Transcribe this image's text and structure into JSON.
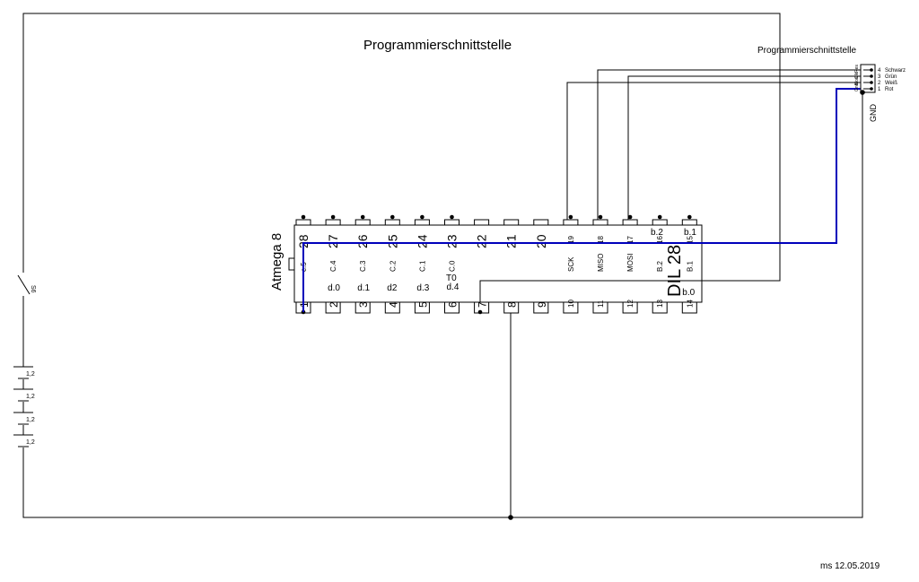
{
  "title": "Programmierschnittstelle",
  "connector": {
    "title": "Programmierschnittstelle",
    "wires": [
      {
        "num": "4",
        "color_label": "Schwarz",
        "pin_label": "Res"
      },
      {
        "num": "3",
        "color_label": "Grün",
        "pin_label": "Clk"
      },
      {
        "num": "2",
        "color_label": "Weiß",
        "pin_label": "Mosi"
      },
      {
        "num": "1",
        "color_label": "Rot",
        "pin_label": "Gnd"
      }
    ],
    "gnd_label": "GND"
  },
  "chip": {
    "name": "Atmega 8",
    "package": "DIL 28",
    "top_pins": [
      {
        "num": "28",
        "func": "c.5",
        "dot": true
      },
      {
        "num": "27",
        "func": "C.4",
        "dot": true
      },
      {
        "num": "26",
        "func": "C.3",
        "dot": true
      },
      {
        "num": "25",
        "func": "C.2",
        "dot": true
      },
      {
        "num": "24",
        "func": "C.1",
        "dot": true
      },
      {
        "num": "23",
        "func": "C.0",
        "dot": true
      },
      {
        "num": "22",
        "func": "",
        "dot": false
      },
      {
        "num": "21",
        "func": "",
        "dot": false
      },
      {
        "num": "20",
        "func": "",
        "dot": false
      },
      {
        "num": "19",
        "func": "SCK",
        "dot": true
      },
      {
        "num": "18",
        "func": "MISO",
        "dot": true
      },
      {
        "num": "17",
        "func": "MOSI",
        "dot": true
      },
      {
        "num": "16",
        "func": "B.2",
        "dot": true
      },
      {
        "num": "15",
        "func": "B.1",
        "dot": true
      }
    ],
    "bottom_pins": [
      {
        "num": "1",
        "func": ""
      },
      {
        "num": "2",
        "func": "d.0"
      },
      {
        "num": "3",
        "func": "d.1"
      },
      {
        "num": "4",
        "func": "d2"
      },
      {
        "num": "5",
        "func": "d.3"
      },
      {
        "num": "6",
        "func": "d.4"
      },
      {
        "num": "7",
        "func": ""
      },
      {
        "num": "8",
        "func": ""
      },
      {
        "num": "9",
        "func": ""
      },
      {
        "num": "10",
        "func": ""
      },
      {
        "num": "11",
        "func": ""
      },
      {
        "num": "12",
        "func": ""
      },
      {
        "num": "13",
        "func": ""
      },
      {
        "num": "14",
        "func": "b.0"
      }
    ],
    "above_labels": {
      "b2": "b.2",
      "b1": "b.1"
    },
    "t0_label": "T0"
  },
  "switch_label": "S6",
  "battery_cells": [
    "1,2",
    "1,2",
    "1,2",
    "1,2"
  ],
  "signature": "ms 12.05.2019",
  "colors": {
    "power_wire": "#0000bb",
    "line": "#000000"
  }
}
